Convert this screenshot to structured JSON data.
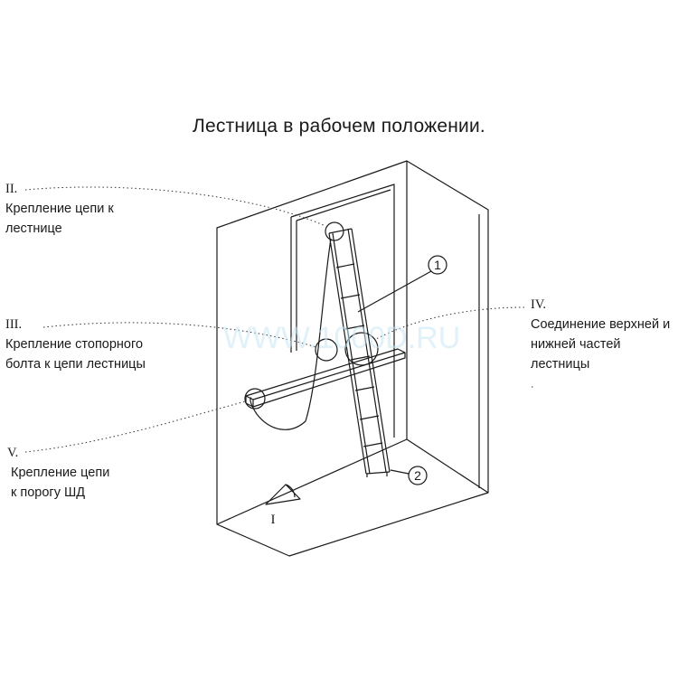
{
  "title": "Лестница в рабочем положении.",
  "watermark": "WWW.1000D.RU",
  "callouts": {
    "II": {
      "num": "II.",
      "lines": [
        "Крепление цепи к",
        "лестнице"
      ]
    },
    "III": {
      "num": "III.",
      "lines": [
        "Крепление стопорного",
        "болта к цепи лестницы"
      ]
    },
    "IV": {
      "num": "IV.",
      "lines": [
        "Соединение верхней и",
        "нижней частей",
        "лестницы"
      ]
    },
    "V": {
      "num": "V.",
      "lines": [
        "Крепление цепи",
        "к порогу ШД"
      ]
    }
  },
  "markers": {
    "one": "1",
    "two": "2",
    "roman_one": "I"
  },
  "colors": {
    "line": "#1a1a1a",
    "dotted": "#333333"
  }
}
